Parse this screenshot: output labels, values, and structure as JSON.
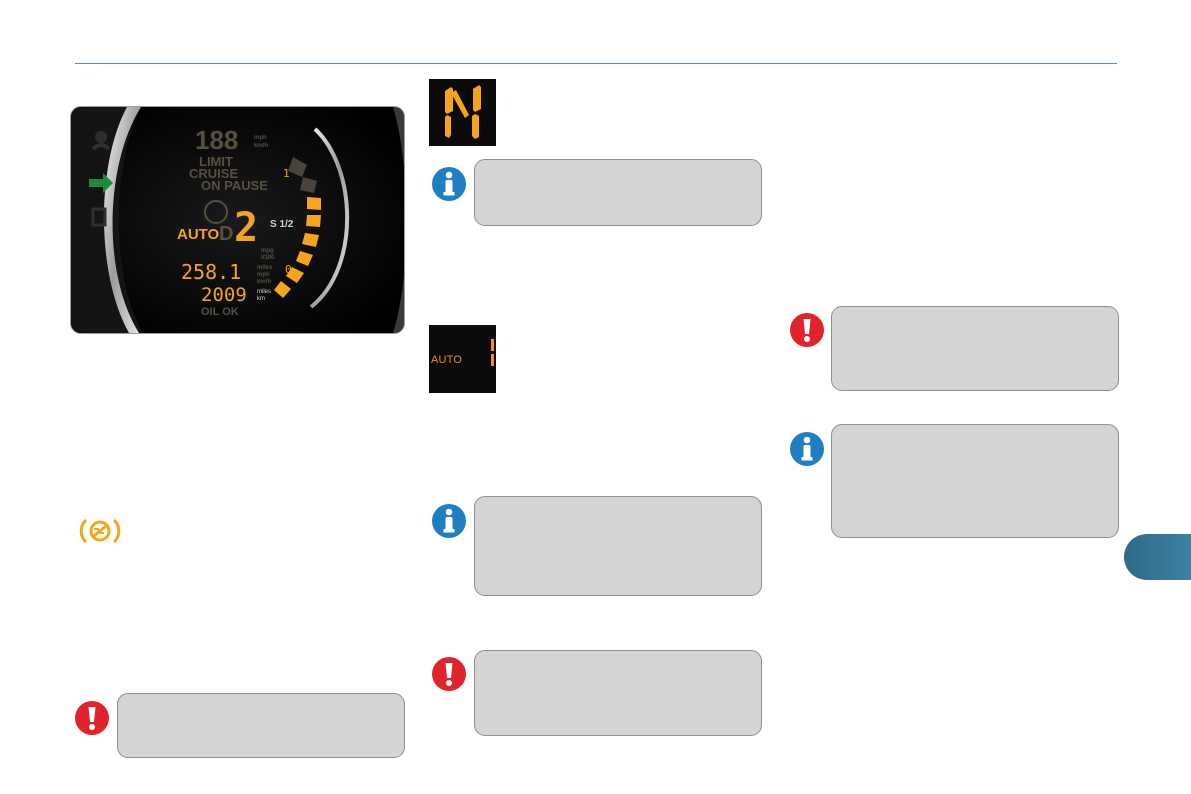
{
  "page": {
    "accent": "#3f86a6",
    "rule_color": "#5f8aa0",
    "note_box_color": "#d4d4d4"
  },
  "dashboard": {
    "speed_digits": "188",
    "speed_unit_top": "mph",
    "speed_unit_bottom": "km/h",
    "limit": "LIMIT",
    "cruise": "CRUISE",
    "on_pause": "ON PAUSE",
    "auto": "AUTO",
    "d": "D",
    "gear": "2",
    "s_half": "S 1/2",
    "mpg": "mpg",
    "per_100": "l/100",
    "trip": "258.1",
    "trip_unit_top": "miles",
    "trip_unit_mid": "mph",
    "trip_unit_bottom": "km/h",
    "odometer": "2009",
    "odo_unit_top": "miles",
    "odo_unit_bottom": "km",
    "oil": "OIL OK",
    "fuel_full": "1",
    "fuel_empty": "0"
  },
  "gear_display": {
    "letter": "N",
    "color": "#f6a31d"
  },
  "auto_display": {
    "label": "AUTO",
    "color": "#f28e1c"
  },
  "icons": {
    "info": "info-icon",
    "warning": "warning-icon",
    "brake": "brake-warning-icon",
    "info_color": "#1f7fc0",
    "warning_color": "#e1242b",
    "brake_color": "#f2a81d"
  }
}
